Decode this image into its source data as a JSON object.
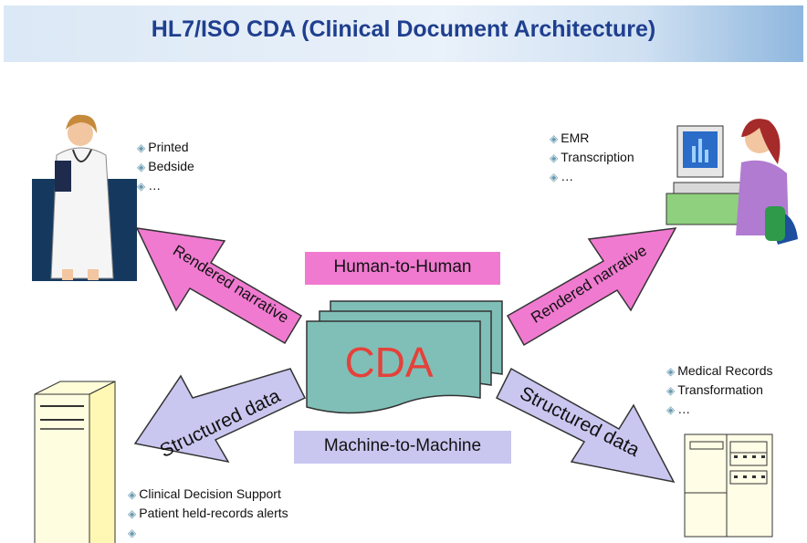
{
  "title": "HL7/ISO CDA (Clinical Document Architecture)",
  "center": {
    "cda_label": "CDA",
    "human_label": "Human-to-Human",
    "machine_label": "Machine-to-Machine"
  },
  "arrows": {
    "top_left": "Rendered narrative",
    "top_right": "Rendered narrative",
    "bottom_left": "Structured data",
    "bottom_right": "Structured data"
  },
  "lists": {
    "top_left": [
      "Printed",
      "Bedside",
      "…"
    ],
    "top_right": [
      "EMR",
      "Transcription",
      "…"
    ],
    "bottom_right": [
      "Medical Records",
      "Transformation",
      "…"
    ],
    "bottom_left": [
      "Clinical Decision Support",
      "Patient held-records alerts",
      ""
    ]
  },
  "colors": {
    "title": "#1f3f8f",
    "pink_arrow": "#f07ad0",
    "lavender_arrow": "#c9c7f0",
    "document": "#7fbfb7",
    "cda_text": "#e5413a"
  },
  "icons": [
    "doctor-icon",
    "computer-user-icon",
    "server-tower-icon",
    "server-rack-icon"
  ]
}
